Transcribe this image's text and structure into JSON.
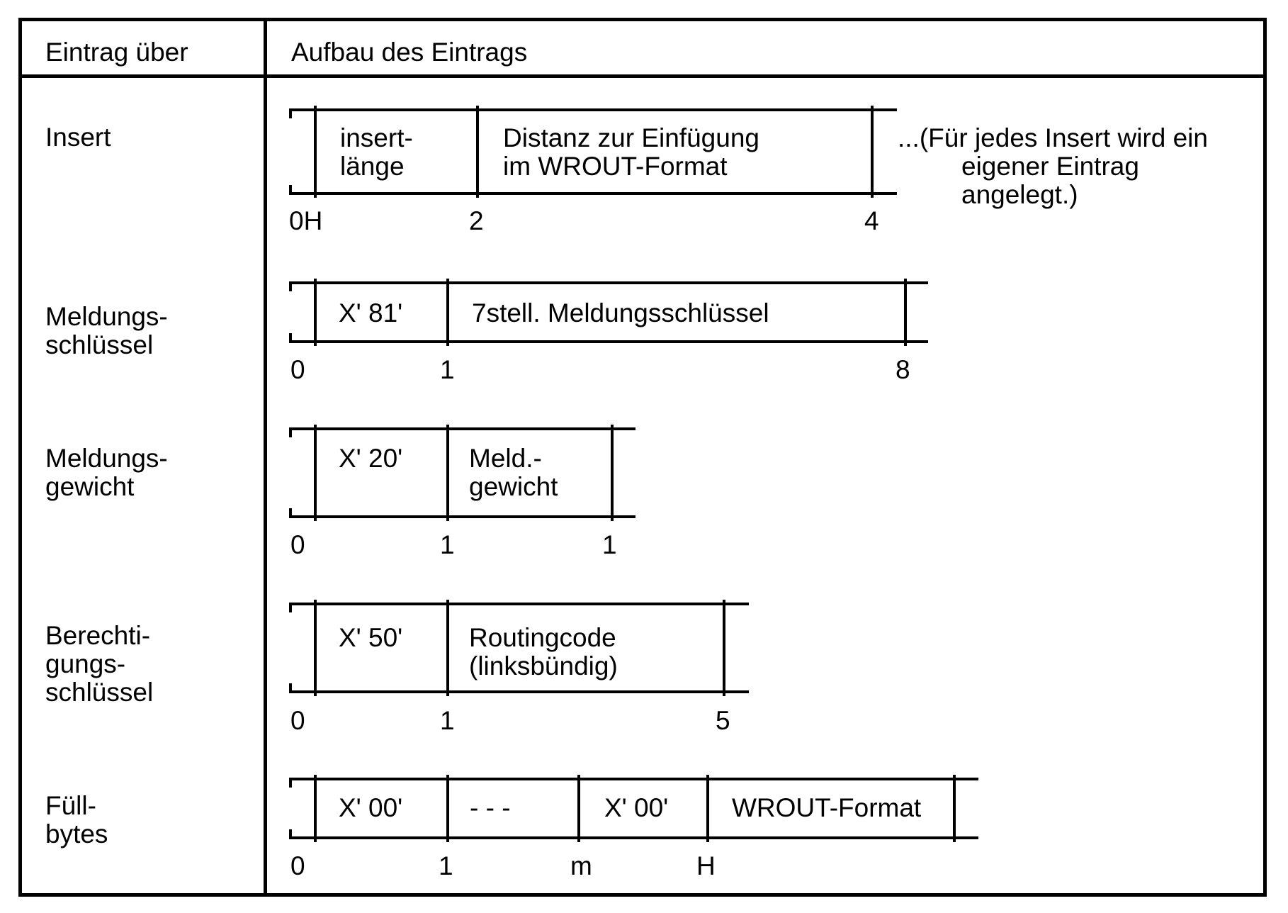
{
  "colors": {
    "ink": "#000000",
    "paper": "#ffffff"
  },
  "header": {
    "col1": "Eintrag über",
    "col2": "Aufbau des Eintrags"
  },
  "rows": [
    {
      "label": "Insert",
      "fields": [
        "insert-\nlänge",
        "Distanz zur Einfügung\nim WROUT-Format"
      ],
      "markers": [
        "0H",
        "2",
        "4"
      ],
      "note_lines": [
        "...(Für jedes Insert wird ein",
        "eigener Eintrag",
        "angelegt.)"
      ]
    },
    {
      "label": "Meldungs-\nschlüssel",
      "fields": [
        "X' 81'",
        "7stell. Meldungsschlüssel"
      ],
      "markers": [
        "0",
        "1",
        "8"
      ]
    },
    {
      "label": "Meldungs-\ngewicht",
      "fields": [
        "X' 20'",
        "Meld.-\ngewicht"
      ],
      "markers": [
        "0",
        "1",
        "1"
      ]
    },
    {
      "label": "Berechti-\ngungs-\nschlüssel",
      "fields": [
        "X' 50'",
        "Routingcode\n(linksbündig)"
      ],
      "markers": [
        "0",
        "1",
        "5"
      ]
    },
    {
      "label": "Füll-\nbytes",
      "fields": [
        "X' 00'",
        "- - -",
        "X' 00'",
        "WROUT-Format"
      ],
      "markers": [
        "0",
        "1",
        "m",
        "H"
      ]
    }
  ]
}
